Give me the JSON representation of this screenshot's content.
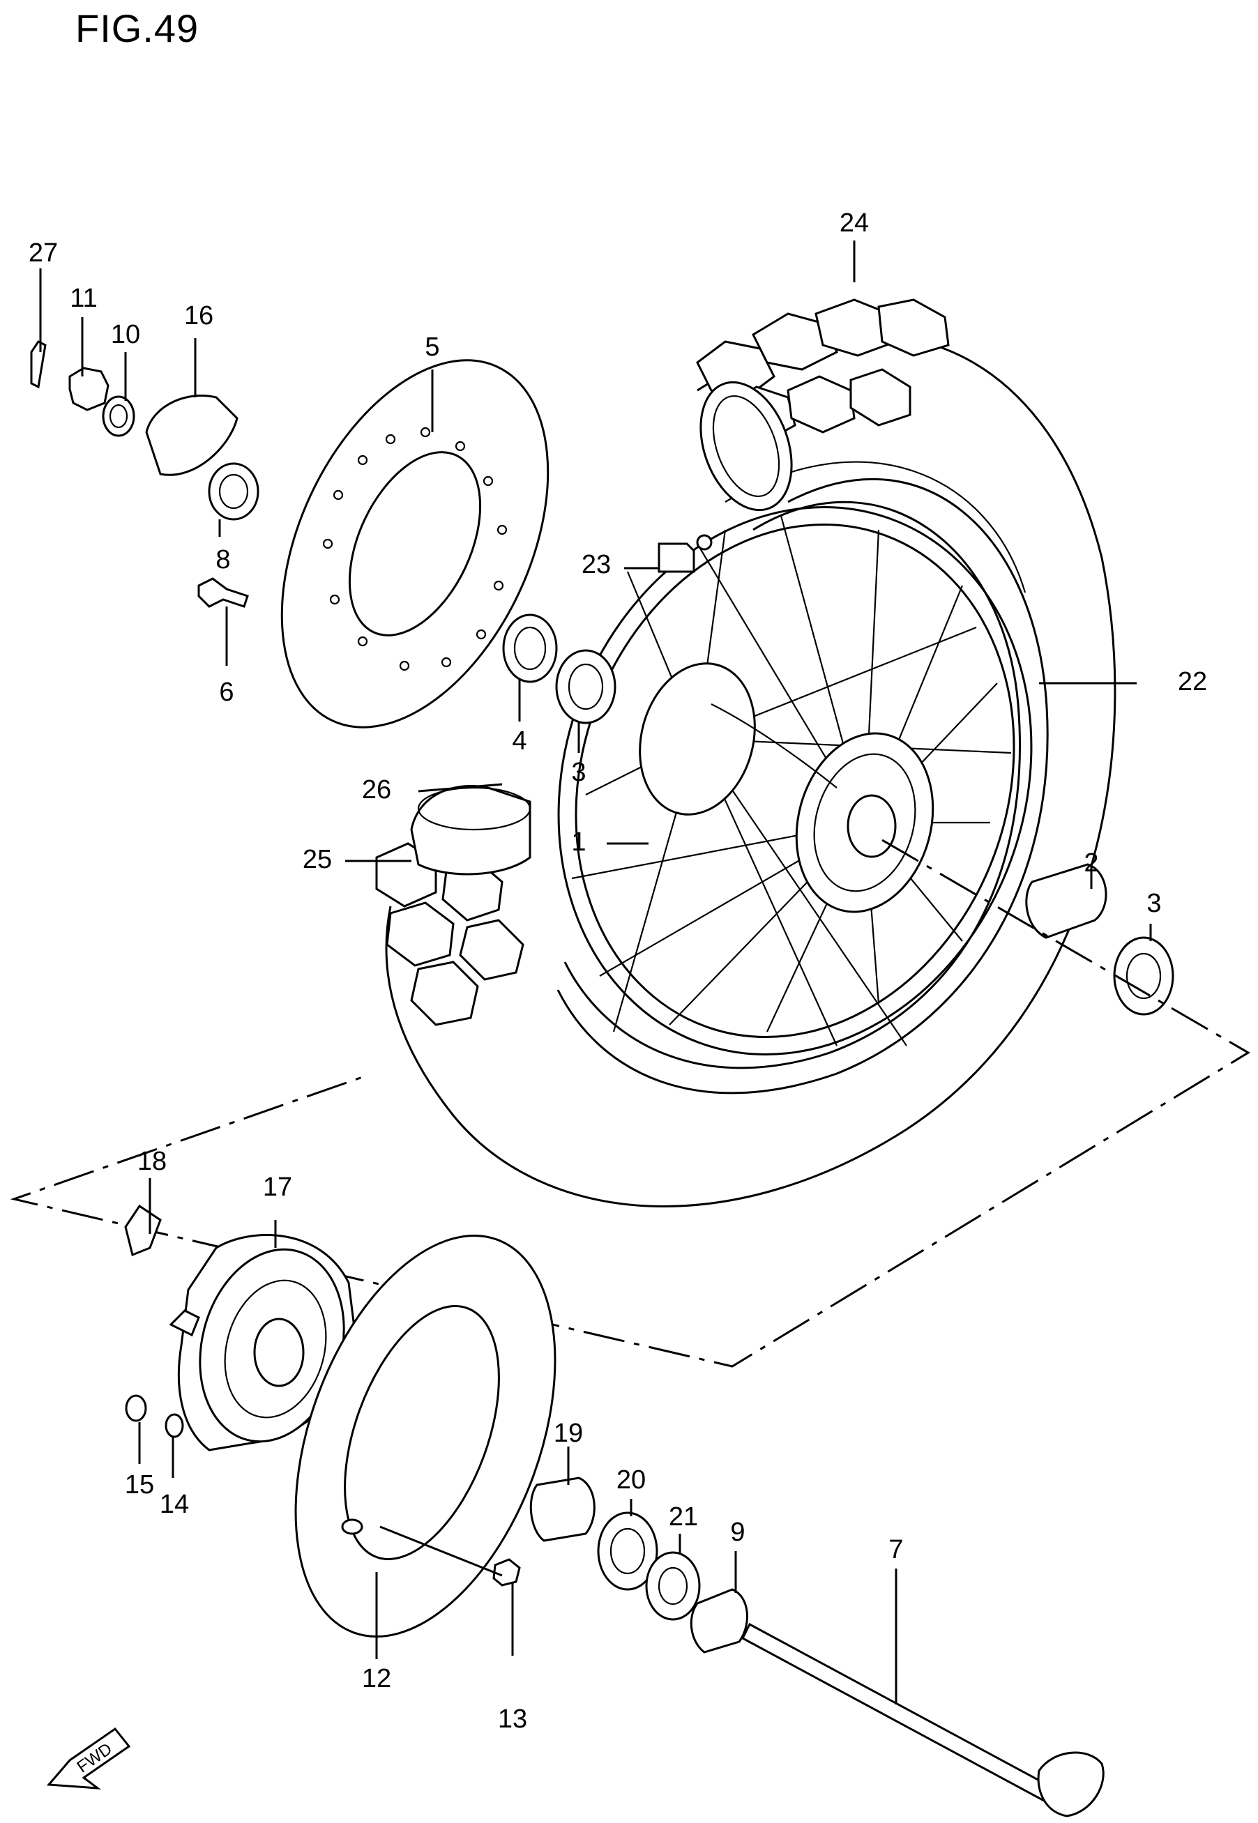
{
  "figure": {
    "title": "FIG.49"
  },
  "callouts": [
    {
      "id": "1",
      "text": "1"
    },
    {
      "id": "2",
      "text": "2"
    },
    {
      "id": "3a",
      "text": "3"
    },
    {
      "id": "3b",
      "text": "3"
    },
    {
      "id": "4",
      "text": "4"
    },
    {
      "id": "5",
      "text": "5"
    },
    {
      "id": "6",
      "text": "6"
    },
    {
      "id": "7",
      "text": "7"
    },
    {
      "id": "8",
      "text": "8"
    },
    {
      "id": "9",
      "text": "9"
    },
    {
      "id": "10",
      "text": "10"
    },
    {
      "id": "11",
      "text": "11"
    },
    {
      "id": "12",
      "text": "12"
    },
    {
      "id": "13",
      "text": "13"
    },
    {
      "id": "14",
      "text": "14"
    },
    {
      "id": "15",
      "text": "15"
    },
    {
      "id": "16",
      "text": "16"
    },
    {
      "id": "17",
      "text": "17"
    },
    {
      "id": "18",
      "text": "18"
    },
    {
      "id": "19",
      "text": "19"
    },
    {
      "id": "20",
      "text": "20"
    },
    {
      "id": "21",
      "text": "21"
    },
    {
      "id": "22",
      "text": "22"
    },
    {
      "id": "23",
      "text": "23"
    },
    {
      "id": "24",
      "text": "24"
    },
    {
      "id": "25",
      "text": "25"
    },
    {
      "id": "26",
      "text": "26"
    },
    {
      "id": "27",
      "text": "27"
    }
  ],
  "direction_marker": {
    "text": "FWD",
    "icon": "fwd-arrow-icon"
  }
}
